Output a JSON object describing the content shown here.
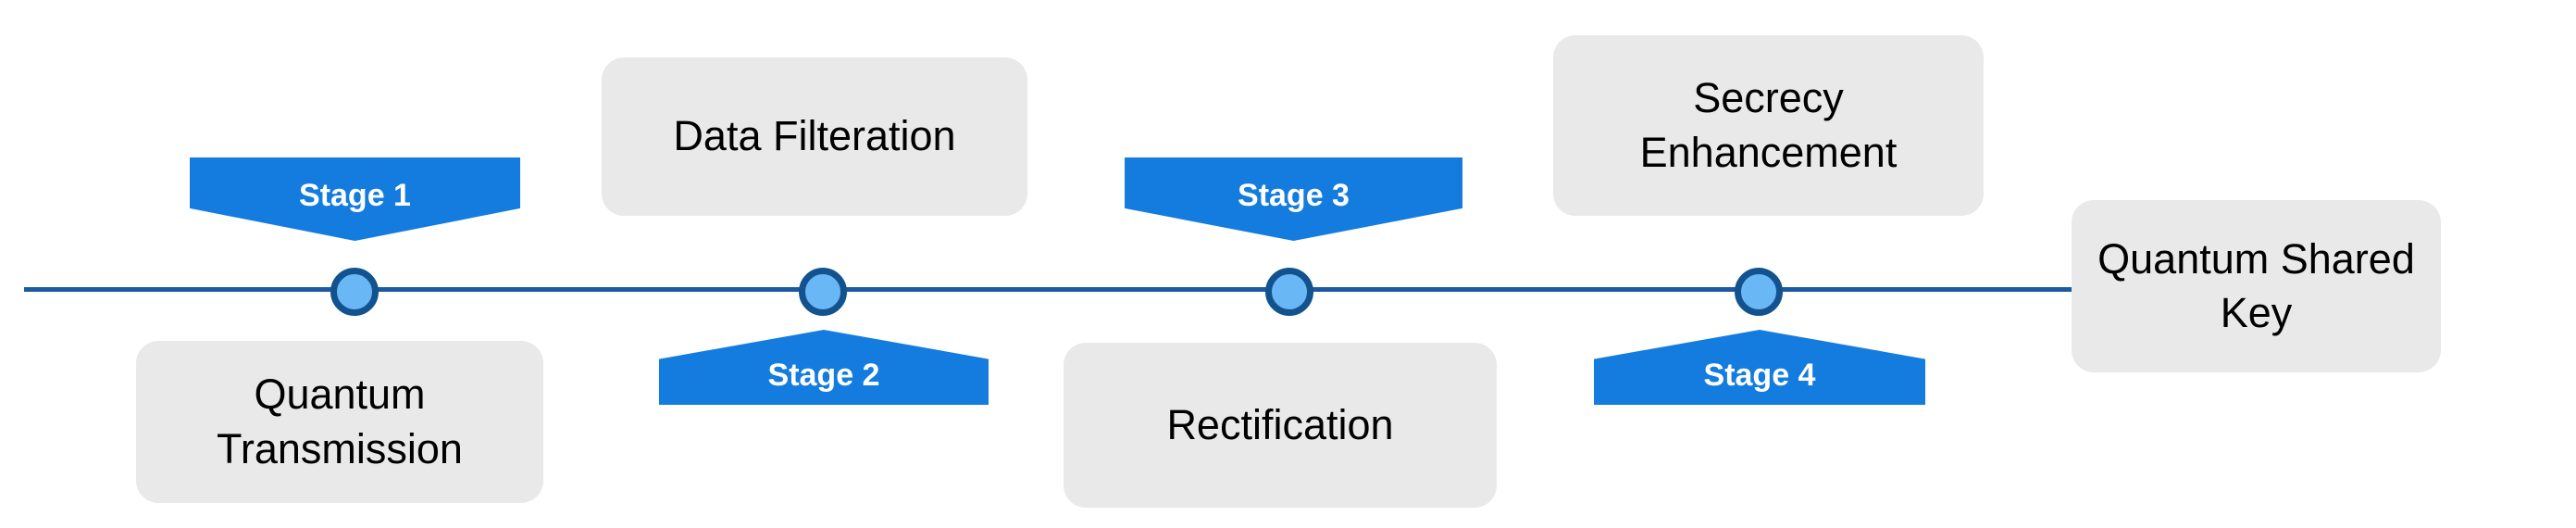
{
  "timeline": {
    "stages": [
      {
        "label": "Stage 1",
        "direction": "down"
      },
      {
        "label": "Stage 2",
        "direction": "up"
      },
      {
        "label": "Stage 3",
        "direction": "down"
      },
      {
        "label": "Stage 4",
        "direction": "up"
      }
    ],
    "steps": [
      {
        "label": "Quantum Transmission",
        "position": "below-line"
      },
      {
        "label": "Data Filteration",
        "position": "above-line"
      },
      {
        "label": "Rectification",
        "position": "below-line"
      },
      {
        "label": "Secrecy Enhancement",
        "position": "above-line"
      },
      {
        "label": "Quantum Shared Key",
        "position": "line-end"
      }
    ],
    "node_count": 4,
    "colors": {
      "banner_blue": "#147cdf",
      "line_blue": "#1b5a9e",
      "node_fill": "#6ab7f5",
      "node_border": "#12538f",
      "box_gray": "#e9e9e9",
      "box_text": "#000000",
      "banner_text": "#ffffff"
    }
  }
}
